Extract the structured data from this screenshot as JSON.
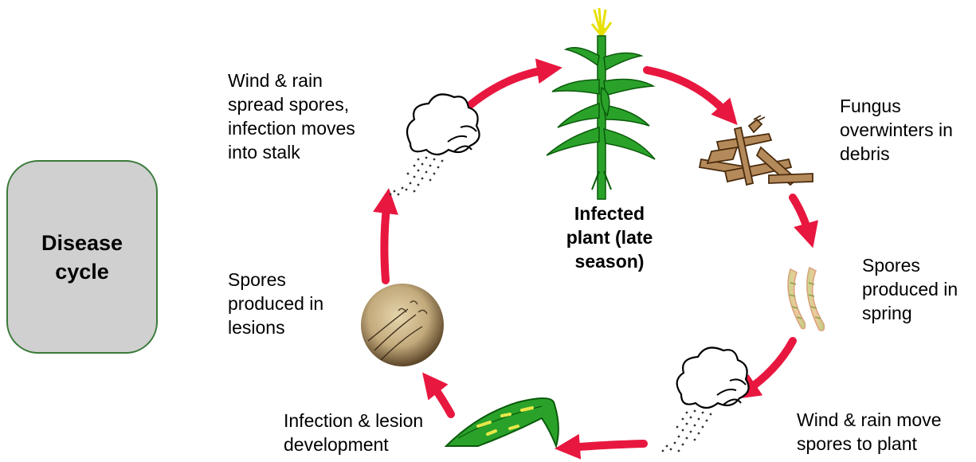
{
  "title_box": {
    "label": "Disease\ncycle"
  },
  "center": {
    "label": "Infected\nplant (late\nseason)"
  },
  "stages": {
    "wind_rain_stalk": "Wind & rain\nspread spores,\ninfection moves\ninto stalk",
    "overwinter": "Fungus\noverwinters in\ndebris",
    "spring_spores": "Spores\nproduced in\nspring",
    "wind_rain_plant": "Wind & rain move\nspores to plant",
    "infection_lesion": "Infection & lesion\ndevelopment",
    "spores_lesions": "Spores\nproduced in\nlesions"
  },
  "colors": {
    "arrow": "#e8173f",
    "leaf": "#2aa22a",
    "leaf_dark": "#0a5a0a",
    "lesion": "#e8e84a",
    "debris": "#b58a5a",
    "box_fill": "#d0d0d0",
    "box_border": "#3a7a3a"
  },
  "icons": {
    "cloud_upper": "rain-cloud-icon",
    "cloud_lower": "rain-cloud-icon",
    "plant": "corn-plant-icon",
    "debris": "crop-debris-icon",
    "spores": "spore-icon",
    "leaf": "infected-leaf-icon",
    "lesion": "lesion-micrograph-icon"
  }
}
